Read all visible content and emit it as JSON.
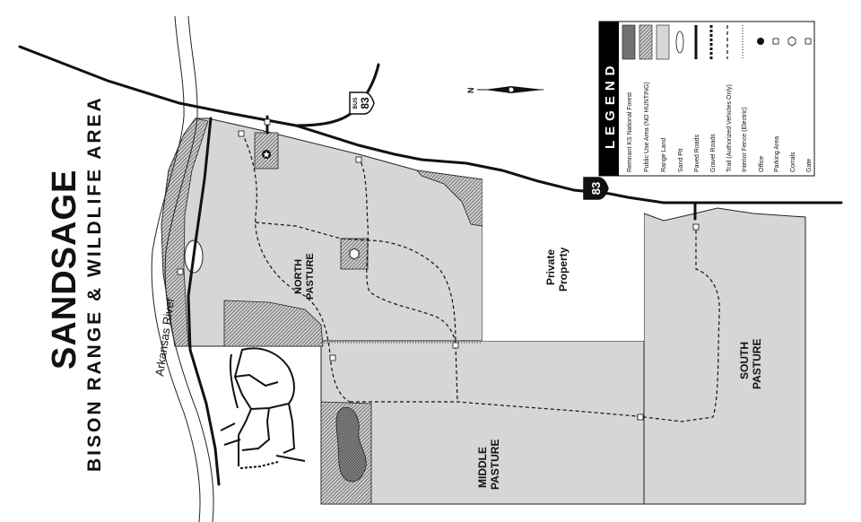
{
  "title": {
    "main": "SANDSAGE",
    "sub": "BISON RANGE & WILDLIFE AREA"
  },
  "labels": {
    "river": "Arkansas River",
    "north_pasture_1": "NORTH",
    "north_pasture_2": "PASTURE",
    "middle_pasture_1": "MIDDLE",
    "middle_pasture_2": "PASTURE",
    "south_pasture_1": "SOUTH",
    "south_pasture_2": "PASTURE",
    "private_1": "Private",
    "private_2": "Property",
    "highway_bus_top": "BUS",
    "highway_bus_num": "83",
    "highway_83": "83",
    "compass_n": "N"
  },
  "legend": {
    "heading": "LEGEND",
    "items": [
      "Remnant KS National Forest",
      "Public Use Area (NO HUNTING)",
      "Range Land",
      "Sand Pit",
      "Paved Roads",
      "Gravel Roads",
      "Trail (Authorized Vehicles Only)",
      "Interior Fence (Electric)",
      "Office",
      "Parking Area",
      "Corrals",
      "Gate"
    ]
  },
  "colors": {
    "range_land": "#d6d6d6",
    "forest_hatch": "#9a9a9a",
    "legend_band": "#000000"
  }
}
